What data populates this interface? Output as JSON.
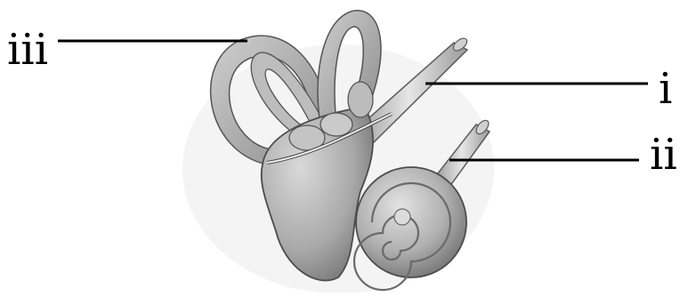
{
  "labels": {
    "iii": "iii",
    "i": "i",
    "ii": "ii"
  },
  "structures": {
    "iii": "semicircular-canals",
    "i": "vestibular-nerve",
    "ii": "cochlear-nerve"
  },
  "colors": {
    "background": "#ffffff",
    "line": "#000000",
    "organ_light": "#dcdcdc",
    "organ_mid": "#a9a9a9",
    "organ_dark": "#6e6e6e"
  }
}
